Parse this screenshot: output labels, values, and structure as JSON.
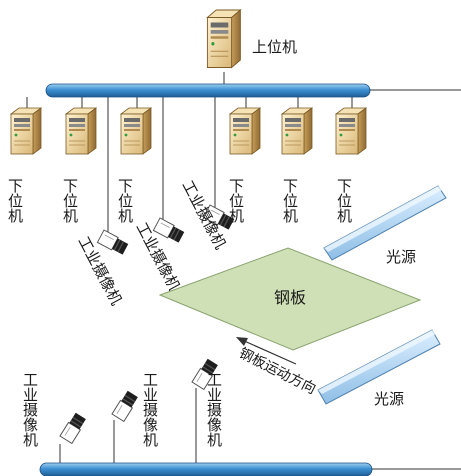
{
  "labels": {
    "host_computer": "上位机",
    "lower_computer": "下位机",
    "industrial_camera": "工业摄像机",
    "steel_plate": "钢板",
    "light_source": "光源",
    "motion_direction": "钢板运动方向"
  }
}
